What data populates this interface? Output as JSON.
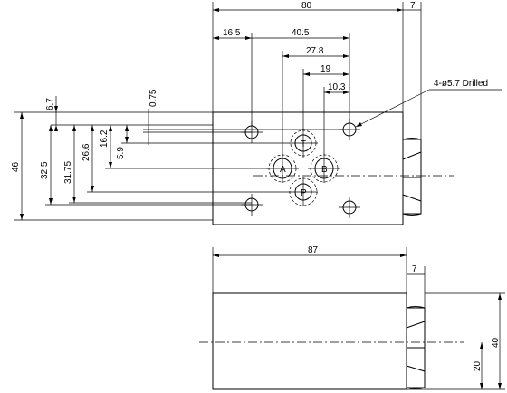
{
  "top_view": {
    "dimensions": {
      "width_80": "80",
      "nut_7": "7",
      "d_16_5": "16.5",
      "d_40_5": "40.5",
      "d_27_8": "27.8",
      "d_19": "19",
      "d_10_3": "10.3",
      "v_6_7": "6.7",
      "v_0_75": "0.75",
      "v_46": "46",
      "v_32_5": "32.5",
      "v_31_75": "31.75",
      "v_26_6": "26.6",
      "v_16_2": "16.2",
      "v_5_9": "5.9"
    },
    "callout": "4-ø5.7 Drilled",
    "ports": {
      "a": "A",
      "b": "B",
      "p": "P",
      "t": "T"
    }
  },
  "side_view": {
    "dimensions": {
      "length_87": "87",
      "nut_7": "7",
      "height_40": "40",
      "center_20": "20"
    }
  }
}
